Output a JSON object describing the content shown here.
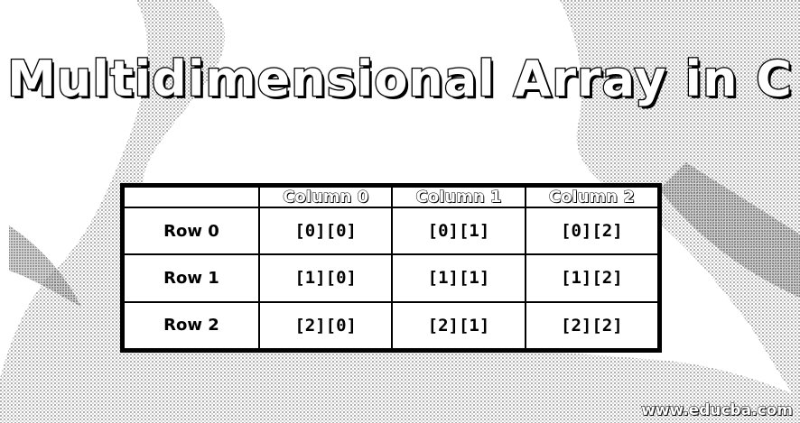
{
  "title": "Multidimensional Array in C",
  "table": {
    "header": [
      "",
      "Column 0",
      "Column 1",
      "Column 2"
    ],
    "rows": [
      {
        "label": "Row 0",
        "cells": [
          "[0][0]",
          "[0][1]",
          "[0][2]"
        ]
      },
      {
        "label": "Row 1",
        "cells": [
          "[1][0]",
          "[1][1]",
          "[1][2]"
        ]
      },
      {
        "label": "Row 2",
        "cells": [
          "[2][0]",
          "[2][1]",
          "[2][2]"
        ]
      }
    ]
  },
  "footer": {
    "credit": "www.educba.com"
  },
  "colors": {
    "background": "#ffffff",
    "ink": "#000000",
    "shade": "#9a9a9a"
  }
}
